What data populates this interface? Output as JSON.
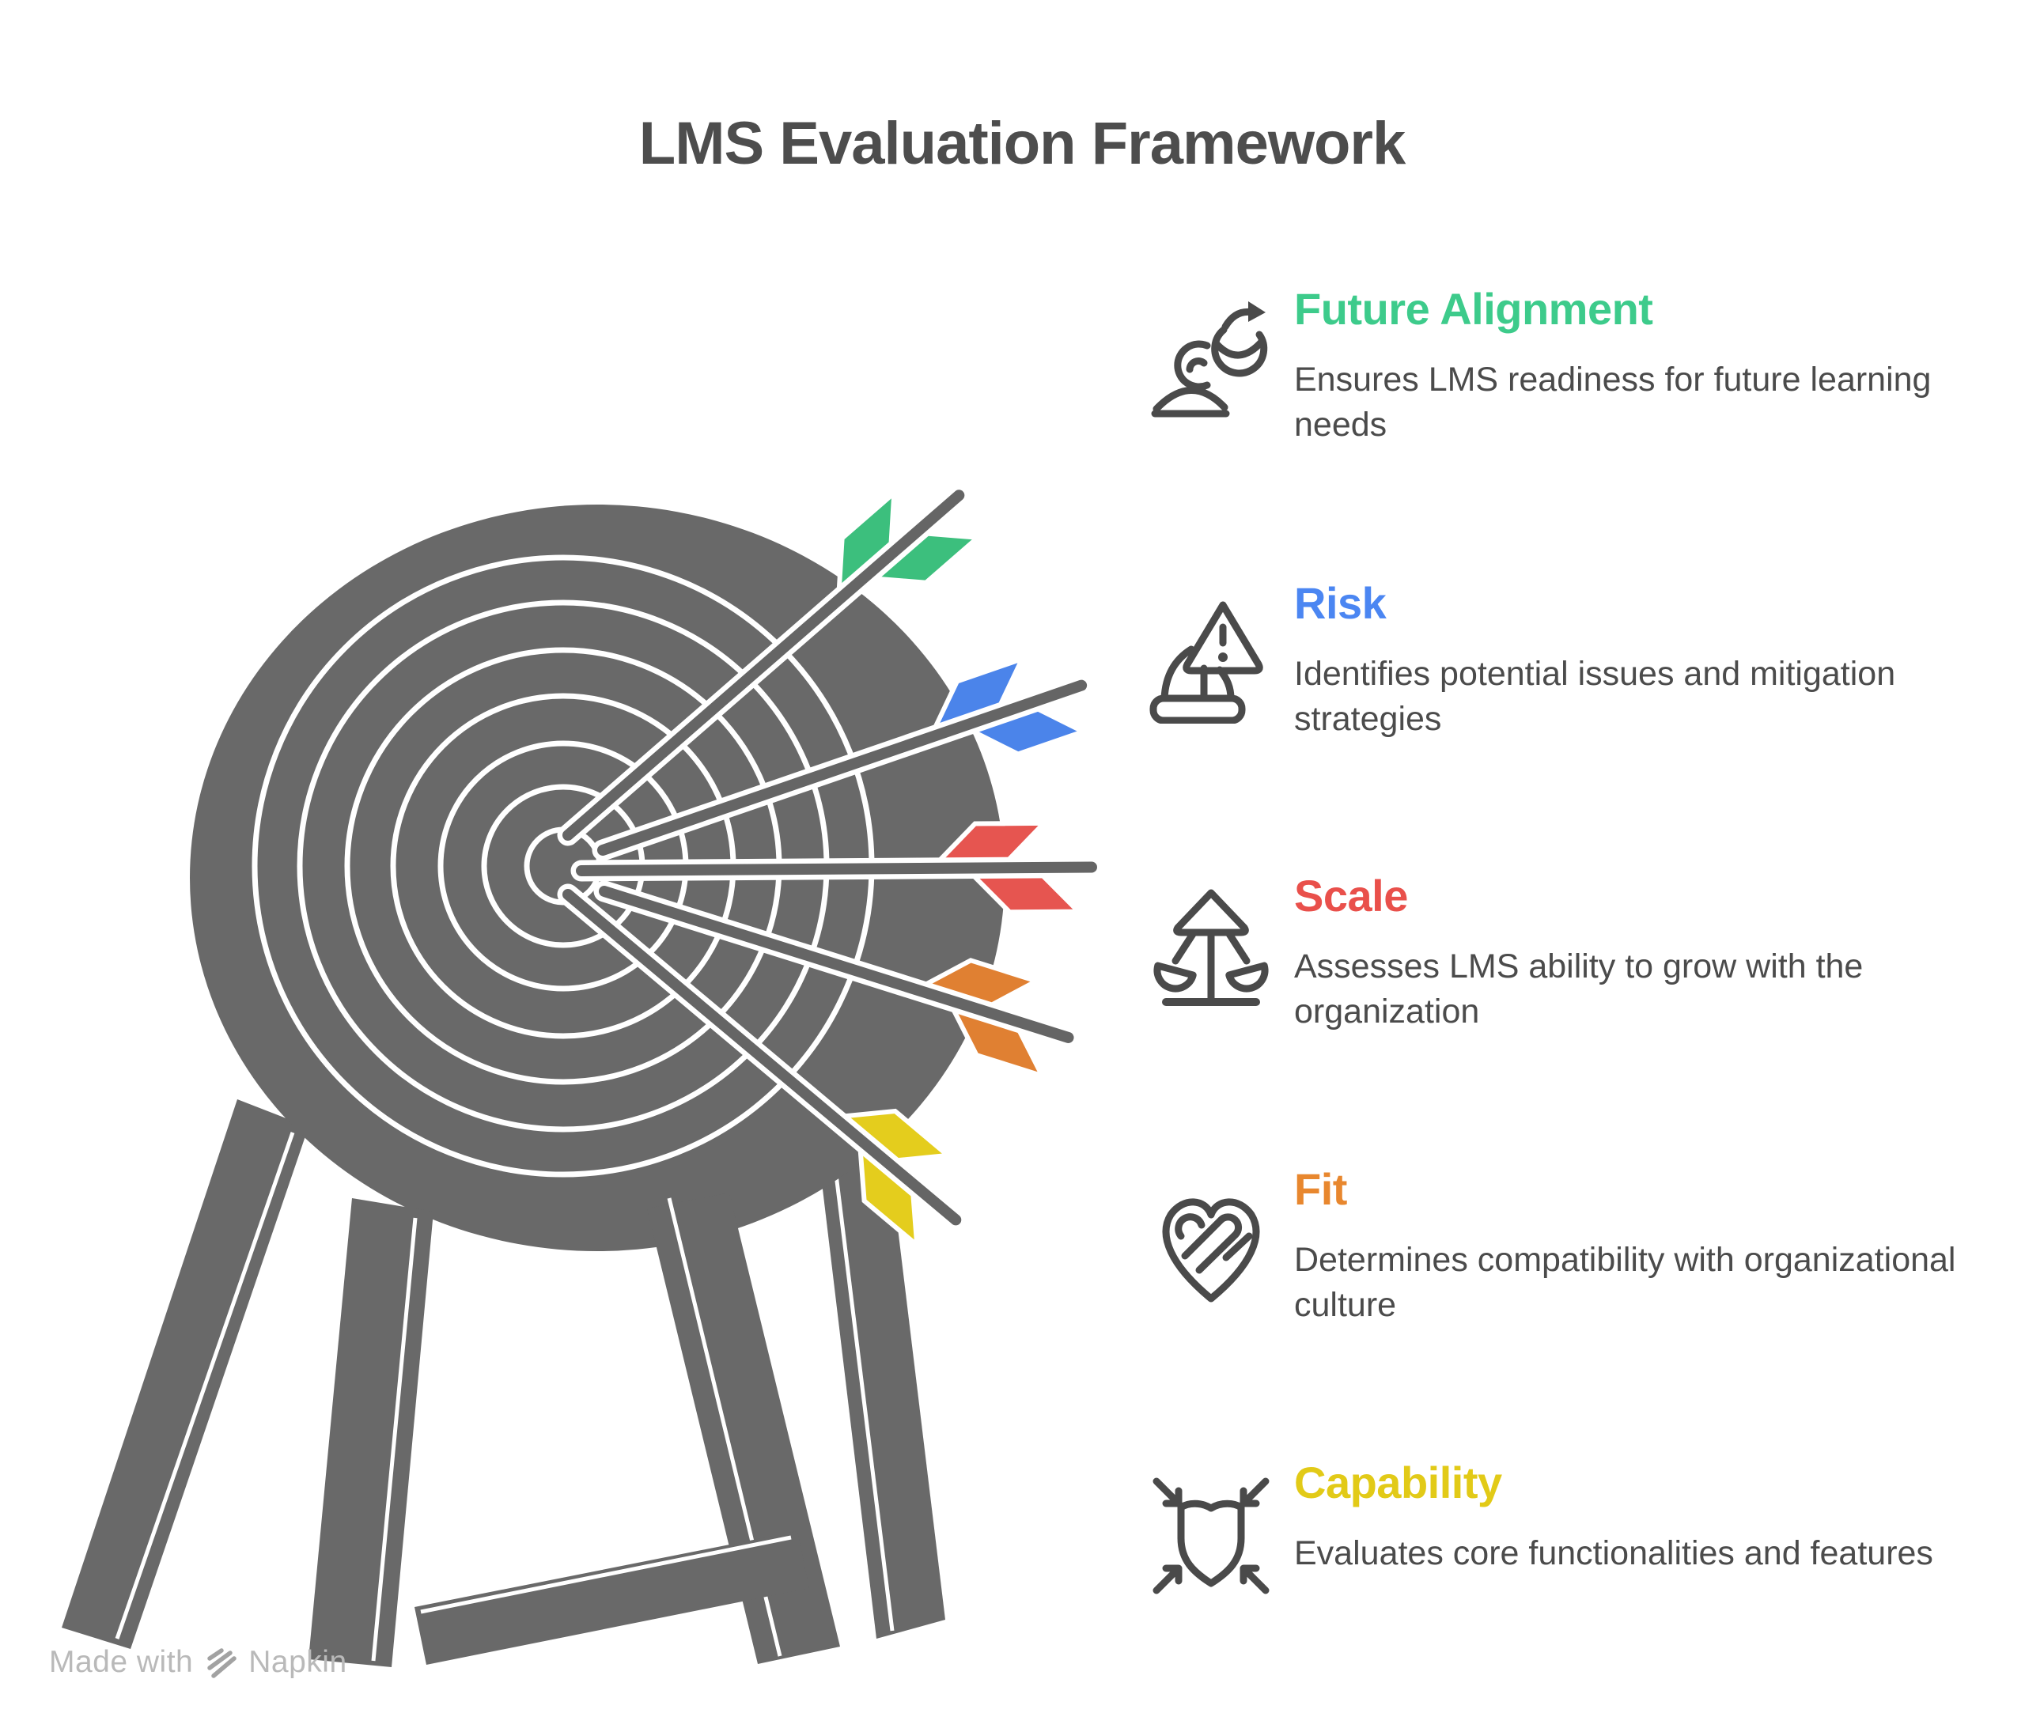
{
  "title": "LMS Evaluation Framework",
  "items": [
    {
      "label": "Future Alignment",
      "color": "#3dcb8b",
      "description": "Ensures LMS readiness for future learning needs",
      "icon": "person-globe-refresh-icon"
    },
    {
      "label": "Risk",
      "color": "#4b86f2",
      "description": "Identifies potential issues and mitigation strategies",
      "icon": "warning-triangle-boat-icon"
    },
    {
      "label": "Scale",
      "color": "#e9504b",
      "description": "Assesses LMS ability to grow with the organization",
      "icon": "balance-scale-icon"
    },
    {
      "label": "Fit",
      "color": "#e8872e",
      "description": "Determines compatibility with organizational culture",
      "icon": "woven-heart-icon"
    },
    {
      "label": "Capability",
      "color": "#e2ca17",
      "description": "Evaluates core functionalities and features",
      "icon": "shield-converging-arrows-icon"
    }
  ],
  "arrows": [
    {
      "name": "future-alignment-arrow",
      "color": "#3cbf7d"
    },
    {
      "name": "risk-arrow",
      "color": "#4b84ea"
    },
    {
      "name": "scale-arrow",
      "color": "#e65550"
    },
    {
      "name": "fit-arrow",
      "color": "#e08032"
    },
    {
      "name": "capability-arrow",
      "color": "#e4cd1d"
    }
  ],
  "illustration": {
    "name": "archery-target-with-five-arrows",
    "board_color": "#696969",
    "ring_color": "#ffffff",
    "shaft_color": "#656565"
  },
  "watermark": {
    "prefix": "Made with",
    "brand": "Napkin"
  }
}
